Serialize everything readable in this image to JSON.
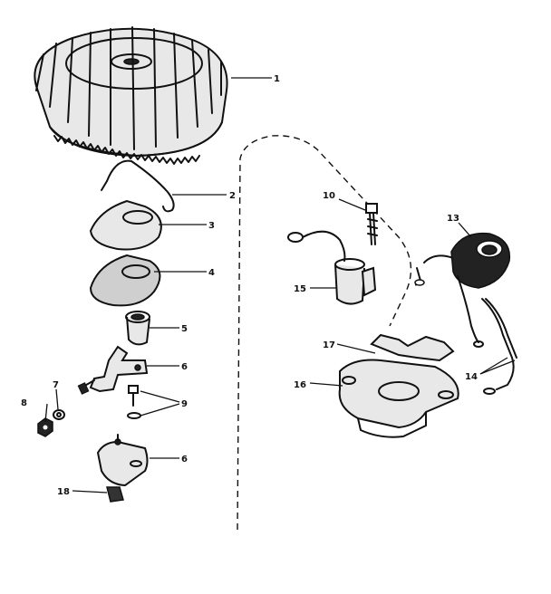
{
  "callouts": {
    "c1": "1",
    "c2": "2",
    "c3": "3",
    "c4": "4",
    "c5": "5",
    "c6a": "6",
    "c6b": "6",
    "c7": "7",
    "c8": "8",
    "c9": "9",
    "c10": "10",
    "c13": "13",
    "c14": "14",
    "c15": "15",
    "c16": "16",
    "c17": "17",
    "c18": "18"
  }
}
